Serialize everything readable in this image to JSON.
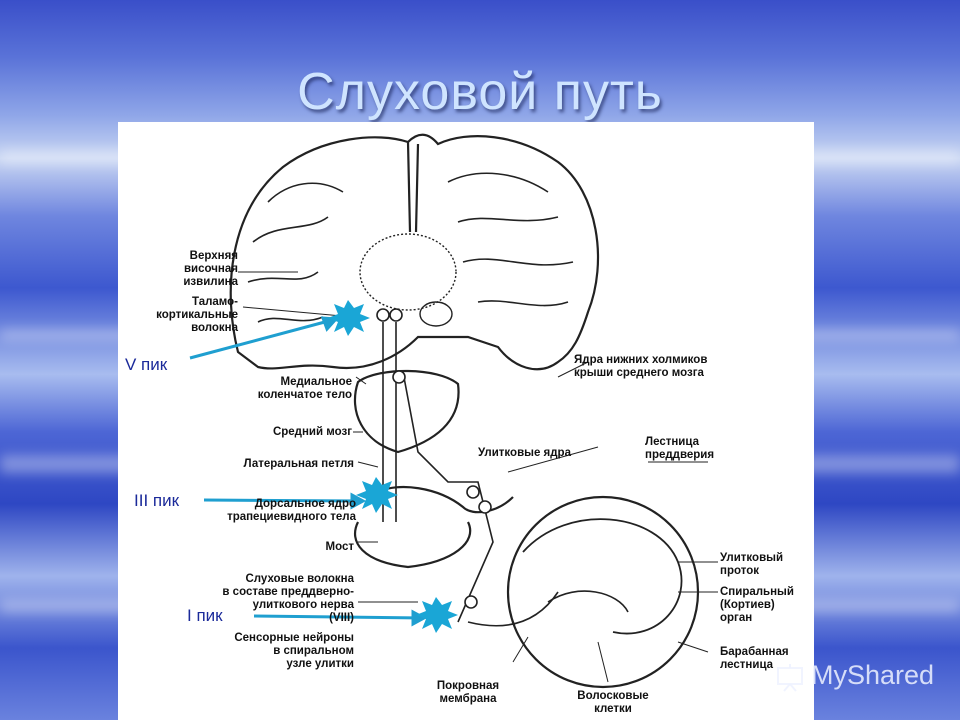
{
  "title": "Слуховой путь",
  "labels": {
    "superior_temporal_gyrus": "Верхняя\nвисочная\nизвилина",
    "thalamocortical_fibers": "Таламо-\nкортикальные\nволокна",
    "medial_geniculate": "Медиальное\nколенчатое тело",
    "midbrain": "Средний мозг",
    "lateral_lemniscus": "Латеральная петля",
    "dorsal_trapezoid": "Дорсальное ядро\nтрапециевидного тела",
    "pons": "Мост",
    "auditory_fibers": "Слуховые волокна\nв составе преддверно-\nулиткового нерва\n(VIII)",
    "sensory_neurons": "Сенсорные нейроны\nв спиральном\nузле улитки",
    "tectorial_membrane": "Покровная\nмембрана",
    "hair_cells": "Волосковые\nклетки",
    "inferior_colliculi": "Ядра нижних холмиков\nкрыши среднего мозга",
    "cochlear_nuclei": "Улитковые ядра",
    "scala_vestibuli": "Лестница\nпреддверия",
    "cochlear_duct": "Улитковый\nпроток",
    "organ_of_corti": "Спиральный\n(Кортиев)\nорган",
    "scala_tympani": "Барабанная\nлестница"
  },
  "peaks": {
    "v": "V пик",
    "iii": "III пик",
    "i": "I пик"
  },
  "colors": {
    "peak_arrow": "#1f9fd0",
    "peak_burst": "#1aa6d6",
    "peak_text": "#1b2a9a"
  },
  "watermark": "MyShared"
}
